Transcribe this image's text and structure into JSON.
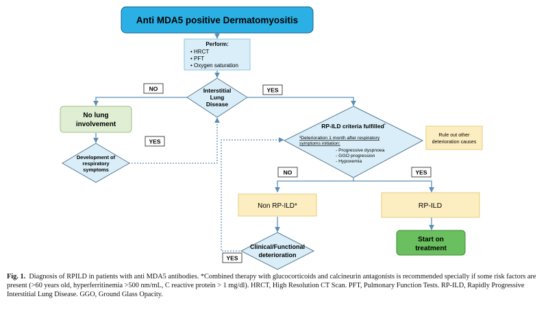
{
  "diagram": {
    "title": "Anti MDA5 positive Dermatomyositis",
    "perform": {
      "heading": "Perform:",
      "items": [
        "• HRCT",
        "• PFT",
        "• Oxygen saturation"
      ]
    },
    "ild_decision": [
      "Interstitial",
      "Lung",
      "Disease"
    ],
    "no_label_top": "NO",
    "yes_label_top": "YES",
    "no_lung": [
      "No lung",
      "involvement"
    ],
    "dev_resp": [
      "Development of",
      "respiratory",
      "symptoms"
    ],
    "yes_label_dev": "YES",
    "rpild_criteria": {
      "heading": "RP-ILD criteria fulfilled",
      "heading_mark": "¹",
      "note_line1": "¹Deterioration 1 month after respiratory",
      "note_line2": "symptoms initiation:",
      "items": [
        "- Progressive dyspnoea",
        "- GGO progression",
        "- Hypoxemia"
      ]
    },
    "rule_out": [
      "Rule out other",
      "deterioration causes"
    ],
    "no_label_mid": "NO",
    "yes_label_mid": "YES",
    "non_rpild": "Non RP-ILD*",
    "rpild": "RP-ILD",
    "clinical": [
      "Clinical/Functional",
      "deterioration"
    ],
    "yes_label_bottom": "YES",
    "start": [
      "Start on",
      "treatment"
    ],
    "colors": {
      "title_fill": "#2ab0e4",
      "title_stroke": "#1a5e8a",
      "perform_fill": "#d9eef8",
      "decision_fill": "#d9eef8",
      "green_fill": "#e0eed3",
      "yellow_fill": "#fdeec2",
      "start_fill": "#6abf5e",
      "stroke": "#5a7a8f",
      "arrow": "#5a8fb8"
    }
  },
  "caption": {
    "label": "Fig. 1.",
    "text": "Diagnosis of RPILD in patients with anti MDA5 antibodies. *Combined therapy with glucocorticoids and calcineurin antagonists is recommended specially if some risk factors are present (>60 years old, hyperferritinemia >500 nm/mL, C reactive protein > 1 mg/dl). HRCT, High Resolution CT Scan. PFT, Pulmonary Function Tests. RP-ILD, Rapidly Progressive Interstitial Lung Disease. GGO, Ground Glass Opacity."
  }
}
